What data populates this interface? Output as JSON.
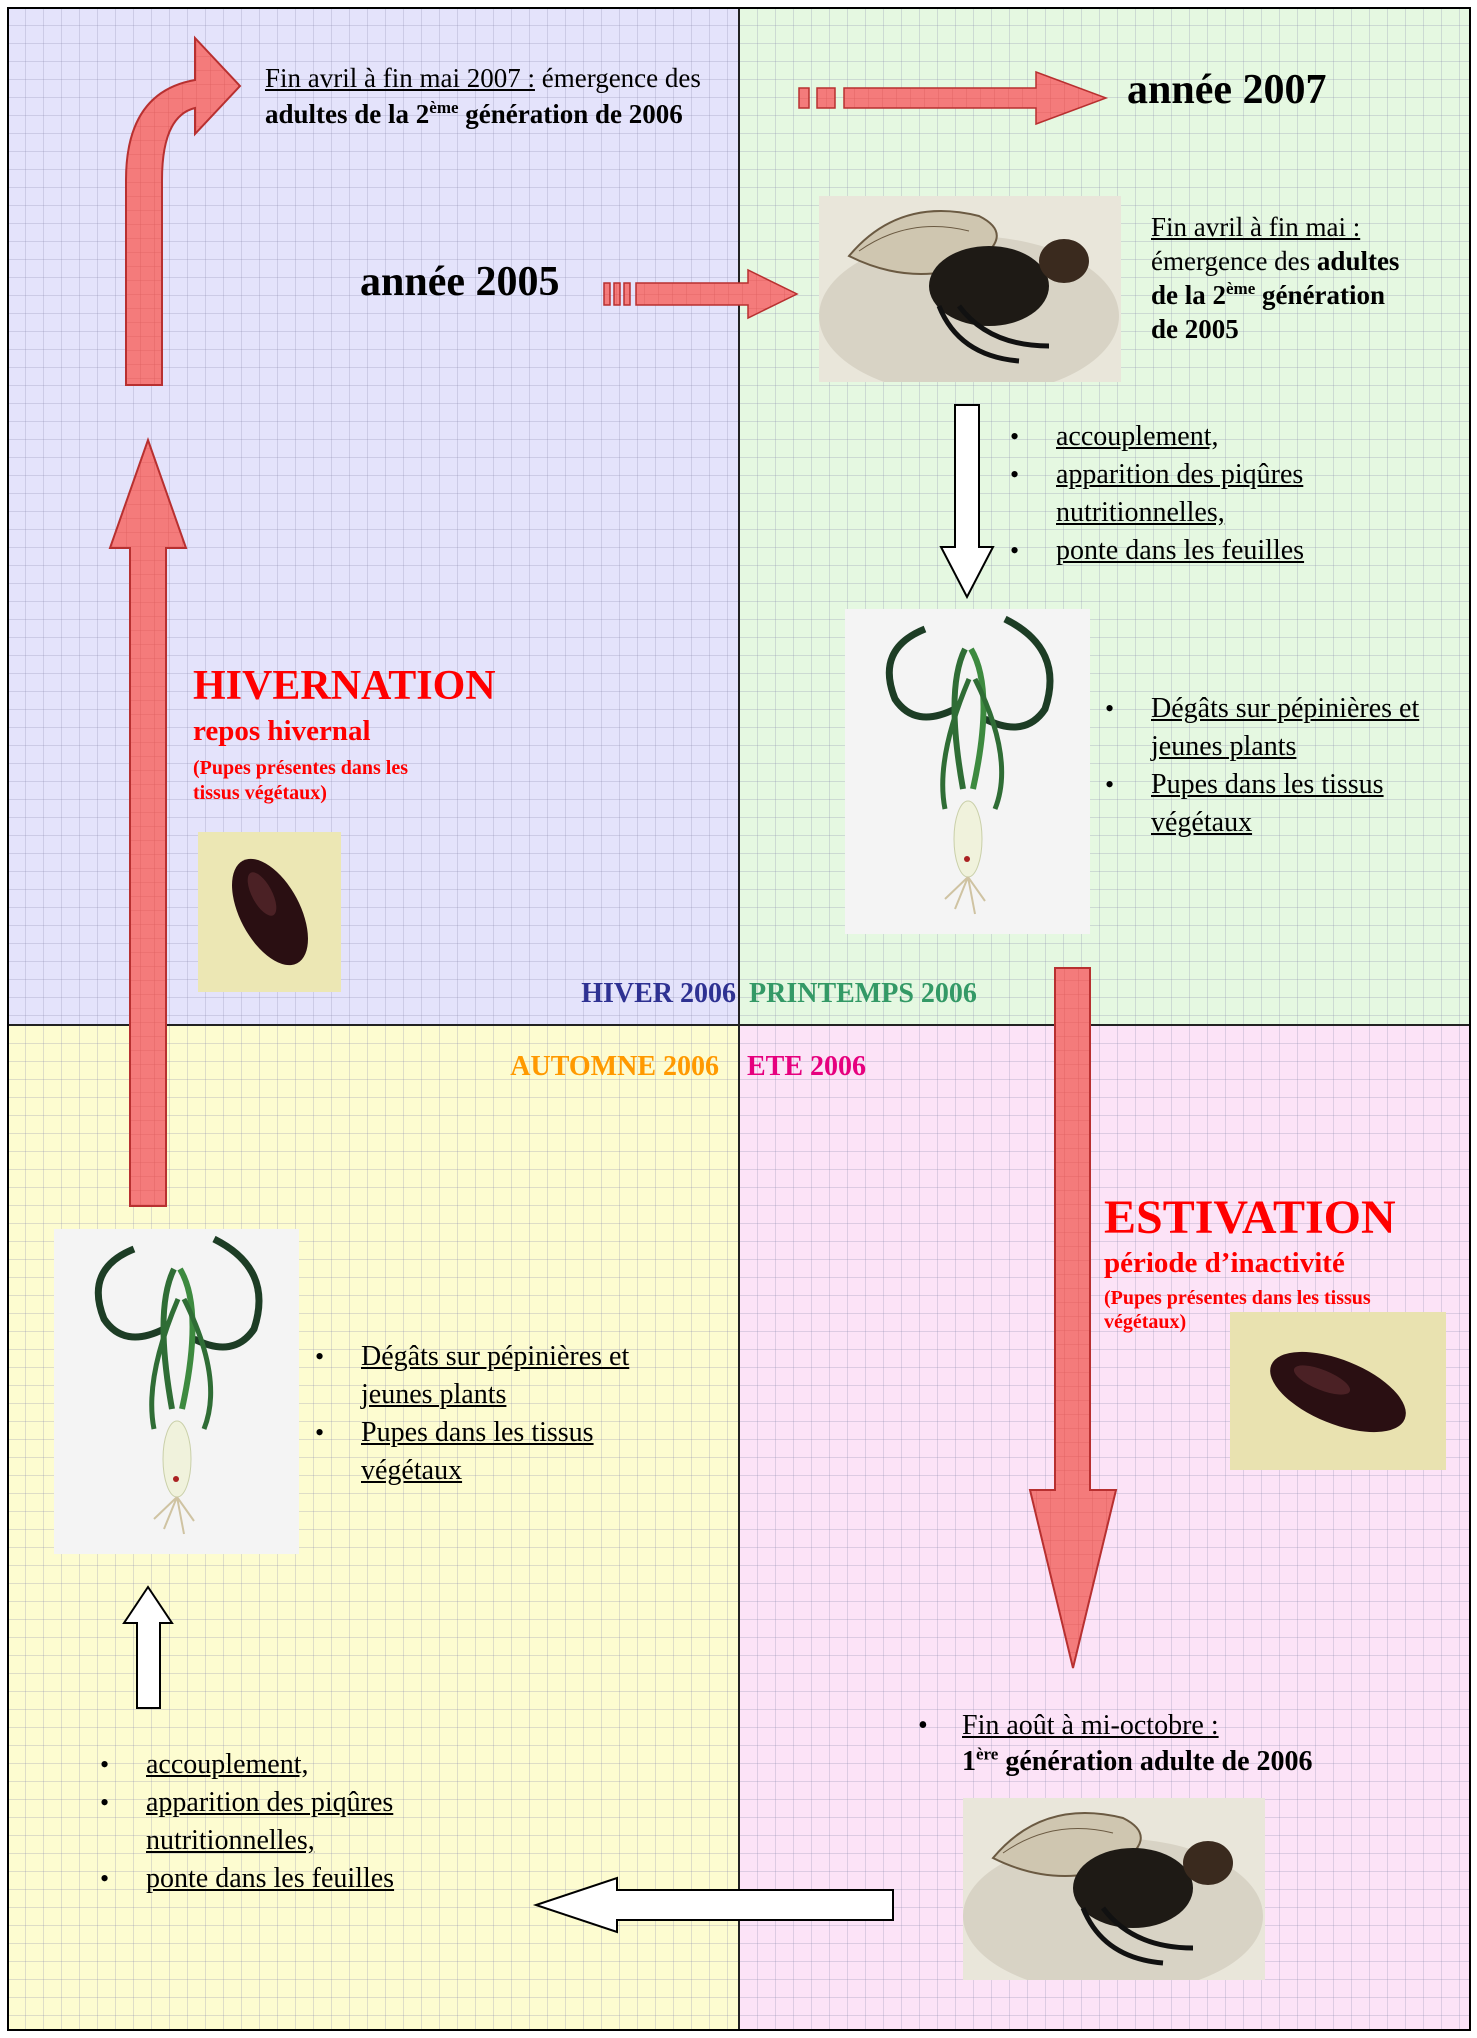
{
  "quadrants": {
    "winter_label": "HIVER 2006",
    "spring_label": "PRINTEMPS 2006",
    "autumn_label": "AUTOMNE 2006",
    "summer_label": "ETE 2006"
  },
  "colors": {
    "winter_bg": "#e4e3fb",
    "spring_bg": "#e5f8e1",
    "autumn_bg": "#fdfcd0",
    "summer_bg": "#fce3f7",
    "winter_text": "#2e3192",
    "spring_text": "#339966",
    "autumn_text": "#ff9900",
    "summer_text": "#e6007e",
    "arrow_fill": "#f47b7b",
    "arrow_stroke": "#cc2222",
    "stage_title": "#ff0000"
  },
  "top": {
    "emergence_2007_date": "Fin avril à fin mai 2007 :",
    "emergence_2007_rest": "émergence des",
    "emergence_2007_bold_a": "adultes de la 2",
    "emergence_2007_sup": "ème",
    "emergence_2007_bold_b": "génération de 2006",
    "year_2007": "année 2007",
    "year_2005": "année 2005"
  },
  "spring": {
    "emergence_date": "Fin avril à fin mai :",
    "emergence_text_a": "émergence des",
    "emergence_bold_a": "adultes",
    "emergence_bold_b": "de la 2",
    "emergence_sup": "ème",
    "emergence_text_b": "génération",
    "emergence_bold_c": "de 2005",
    "bullets": [
      "accouplement,",
      "apparition des piqûres nutritionnelles,",
      "ponte dans les feuilles"
    ],
    "damage_bullets": [
      "Dégâts sur pépinières et jeunes plants",
      "Pupes dans les tissus végétaux"
    ]
  },
  "winter": {
    "title": "HIVERNATION",
    "subtitle": "repos hivernal",
    "note": "(Pupes présentes dans les tissus végétaux)"
  },
  "summer": {
    "title": "ESTIVATION",
    "subtitle": "période d’inactivité",
    "note": "(Pupes présentes dans les tissus végétaux)",
    "gen1_date": "Fin août à mi-octobre :",
    "gen1_bold_a": "1",
    "gen1_sup": "ère",
    "gen1_bold_b": "génération adulte de 2006"
  },
  "autumn": {
    "damage_bullets": [
      "Dégâts sur pépinières et jeunes plants",
      "Pupes dans les tissus végétaux"
    ],
    "bullets": [
      "accouplement,",
      "apparition des piqûres nutritionnelles,",
      "ponte dans les feuilles"
    ]
  },
  "icons": {
    "fly_photo": "fly-photo",
    "pupa_photo": "pupa-photo",
    "plant_photo": "leek-plant-photo"
  }
}
